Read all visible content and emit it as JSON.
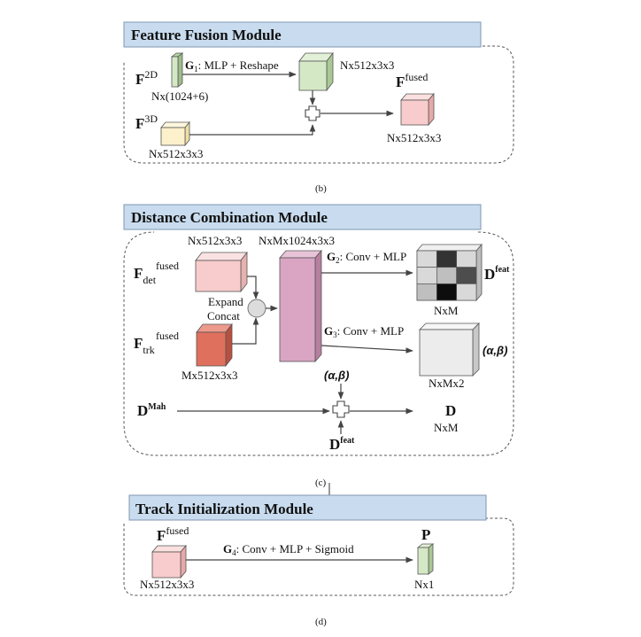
{
  "panels": {
    "fusion": {
      "title": "Feature Fusion Module",
      "caption": "(b)",
      "f2d": {
        "base": "F",
        "sup": "2D",
        "dim": "Nx(1024+6)"
      },
      "f3d": {
        "base": "F",
        "sup": "3D",
        "dim": "Nx512x3x3"
      },
      "g1": {
        "g": "G",
        "sub": "1",
        "text": ": MLP + Reshape"
      },
      "reshaped_dim": "Nx512x3x3",
      "fused": {
        "base": "F",
        "sup": "fused",
        "dim": "Nx512x3x3"
      }
    },
    "distance": {
      "title": "Distance Combination Module",
      "caption": "(c)",
      "fdet": {
        "base": "F",
        "sub": "det",
        "sup": "fused",
        "dim": "Nx512x3x3"
      },
      "ftrk": {
        "base": "F",
        "sub": "trk",
        "sup": "fused",
        "dim": "Mx512x3x3"
      },
      "expand_line1": "Expand",
      "expand_line2": "Concat",
      "concat_dim": "NxMx1024x3x3",
      "g2": {
        "g": "G",
        "sub": "2",
        "text": ": Conv + MLP"
      },
      "g3": {
        "g": "G",
        "sub": "3",
        "text": ": Conv + MLP"
      },
      "dfeat_out": {
        "base": "D",
        "sup": "feat",
        "dim": "NxM"
      },
      "alphabeta_out": {
        "text": "(α,β)",
        "dim": "NxMx2"
      },
      "alphabeta_in": "(α,β)",
      "dmah": {
        "base": "D",
        "sup": "Mah"
      },
      "dfeat_in": {
        "base": "D",
        "sup": "feat"
      },
      "d_out": {
        "base": "D",
        "dim": "NxM"
      },
      "grid": [
        [
          0.85,
          0.2,
          0.85
        ],
        [
          0.85,
          0.75,
          0.3
        ],
        [
          0.75,
          0.05,
          0.85
        ]
      ]
    },
    "track": {
      "title": "Track Initialization Module",
      "caption": "(d)",
      "fused": {
        "base": "F",
        "sup": "fused",
        "dim": "Nx512x3x3"
      },
      "g4": {
        "g": "G",
        "sub": "4",
        "text": ": Conv + MLP + Sigmoid"
      },
      "p": {
        "base": "P",
        "dim": "Nx1"
      }
    }
  },
  "colors": {
    "title_bg": "#c9dcef",
    "title_border": "#7f96b2",
    "green": "#d5e8c6",
    "yellow": "#fdf1cc",
    "pink": "#f8cccc",
    "salmon": "#e0705e",
    "purple": "#d9a5c3",
    "light_gray": "#ececec"
  }
}
